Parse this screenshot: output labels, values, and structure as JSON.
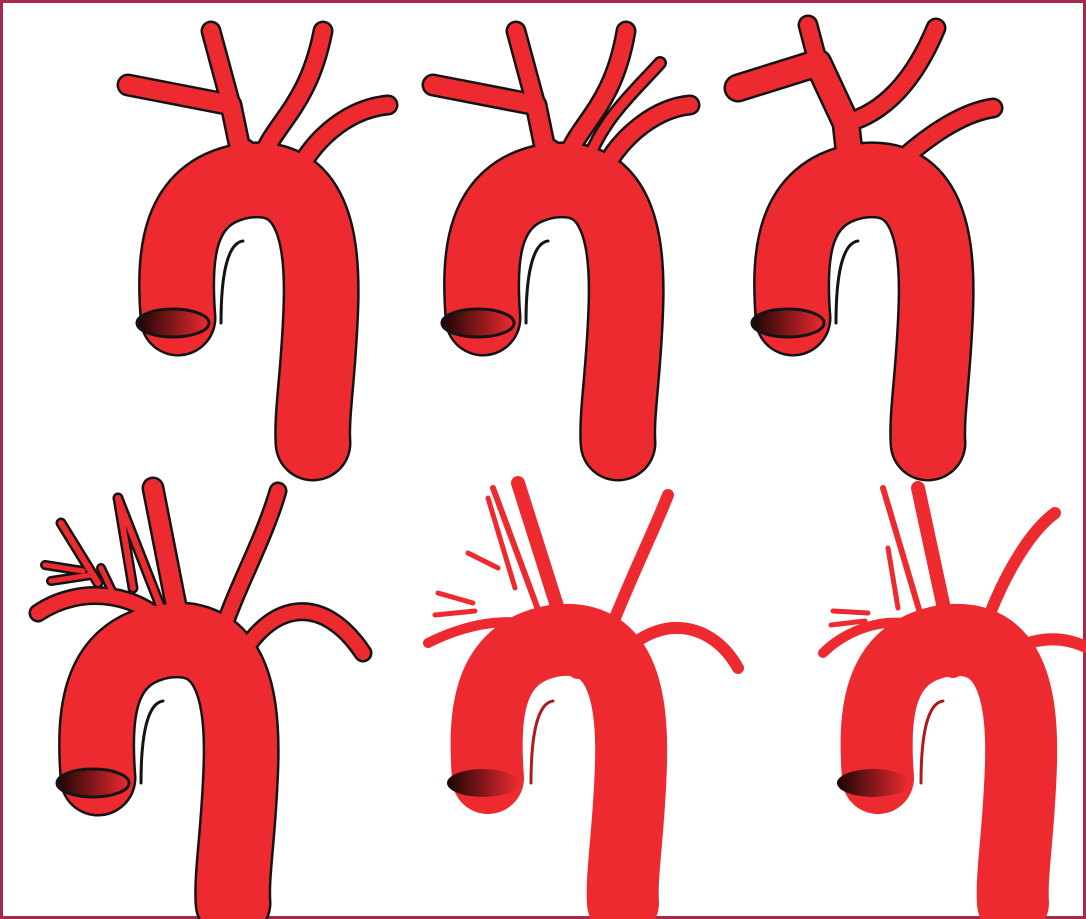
{
  "colors": {
    "vessel": "#ed2a2f",
    "outline": "#141414",
    "ostium_dark": "#1a0505",
    "frame": "#a52a4a",
    "background": "#ffffff"
  },
  "figure": {
    "panels": [
      {
        "id": "p1",
        "variant": "normal-three-branches",
        "outlined": true
      },
      {
        "id": "p2",
        "variant": "four-branches",
        "outlined": true
      },
      {
        "id": "p3",
        "variant": "common-trunk-two-branches",
        "outlined": true
      },
      {
        "id": "p4",
        "variant": "collateral-neck-branches",
        "outlined": true
      },
      {
        "id": "p5",
        "variant": "collateral-neck-branches-thin",
        "outlined": false
      },
      {
        "id": "p6",
        "variant": "collateral-neck-branches-variant",
        "outlined": false
      }
    ]
  }
}
